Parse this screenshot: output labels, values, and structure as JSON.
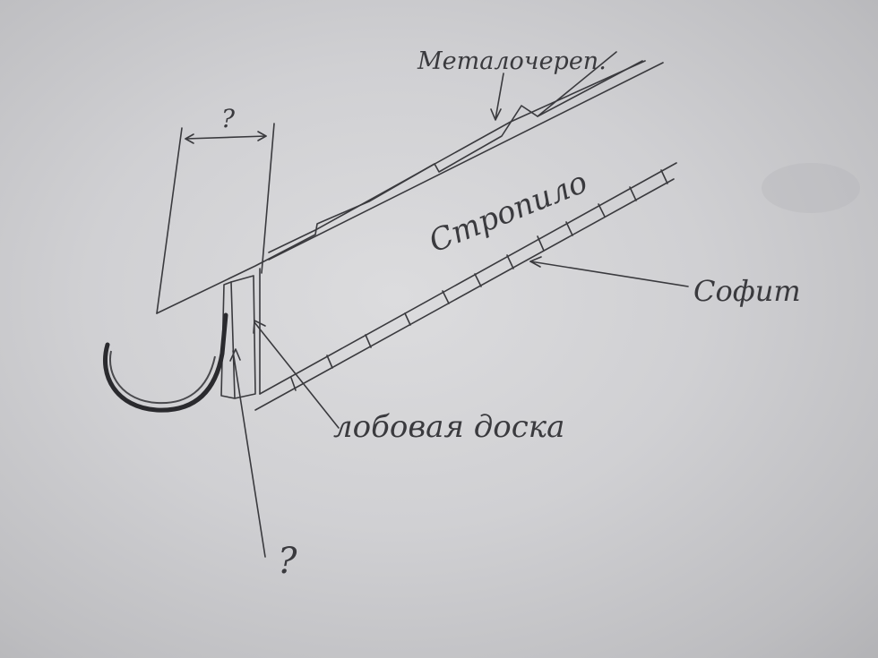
{
  "labels": {
    "metal_tile": "Металочереп.",
    "rafter": "Стропило",
    "soffit": "Софит",
    "fascia_board": "лобовая доска",
    "width_question": "?",
    "bottom_question": "?"
  },
  "colors": {
    "paper": "#d6d6d8",
    "ink": "#3a3a3e",
    "gutter": "#2a2a2e",
    "stain": "#a8a8ab"
  }
}
